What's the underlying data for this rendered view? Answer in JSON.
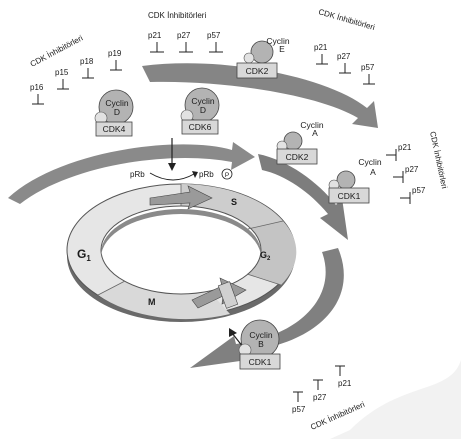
{
  "inhibitor_groups": {
    "top_left": {
      "title": "CDK İnhibitörleri",
      "items": [
        "p16",
        "p15",
        "p18",
        "p19"
      ]
    },
    "top_mid": {
      "title": "CDK İnhibitörleri",
      "items": [
        "p21",
        "p27",
        "p57"
      ]
    },
    "top_right": {
      "title": "CDK İnhibitörleri",
      "items": [
        "p21",
        "p27",
        "p57"
      ]
    },
    "right": {
      "title": "CDK İnhibitörleri",
      "items": [
        "p21",
        "p27",
        "p57"
      ]
    },
    "bottom": {
      "title": "CDK İnhibitörleri",
      "items": [
        "p57",
        "p27",
        "p21"
      ]
    }
  },
  "complexes": [
    {
      "cyclin": [
        "Cyclin",
        "D"
      ],
      "cdk": "CDK4"
    },
    {
      "cyclin": [
        "Cyclin",
        "D"
      ],
      "cdk": "CDK6"
    },
    {
      "cyclin": [
        "Cyclin",
        "E"
      ],
      "cdk": "CDK2"
    },
    {
      "cyclin": [
        "Cyclin",
        "A"
      ],
      "cdk": "CDK2"
    },
    {
      "cyclin": [
        "Cyclin",
        "A"
      ],
      "cdk": "CDK1"
    },
    {
      "cyclin": [
        "Cyclin",
        "B"
      ],
      "cdk": "CDK1"
    }
  ],
  "rb": {
    "left": "pRb",
    "right": "pRb",
    "phospho": "P"
  },
  "phases": {
    "g1": "G",
    "g1_sub": "1",
    "s": "S",
    "g2": "G",
    "g2_sub": "2",
    "m": "M"
  }
}
